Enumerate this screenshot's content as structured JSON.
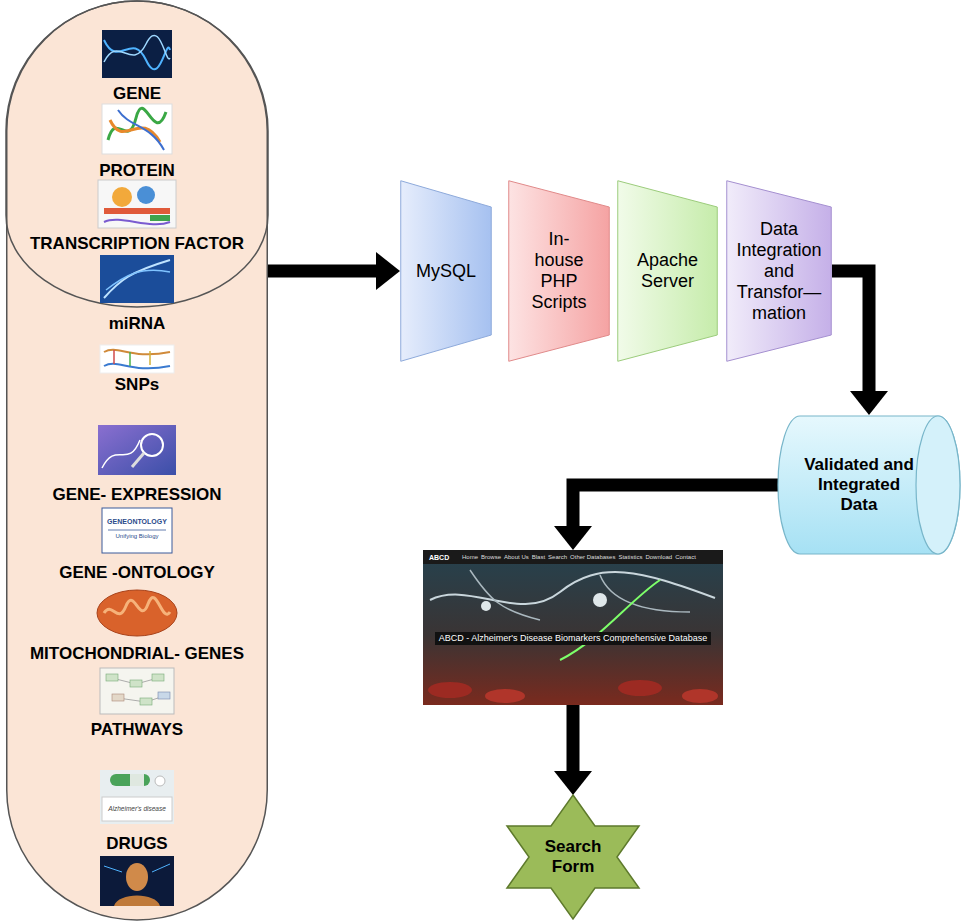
{
  "diagram": {
    "nodes": [
      {
        "text": [
          "GENE",
          "PROTEIN",
          "TRANSCRIPTION FACTOR",
          "miRNA",
          "SNPs",
          "GENE- EXPRESSION",
          "GENE -ONTOLOGY",
          "MITOCHONDRIAL- GENES",
          "PATHWAYS",
          "DRUGS"
        ]
      },
      {
        "text": [
          "MySQL"
        ]
      },
      {
        "text": [
          "In-house PHP Scripts"
        ]
      },
      {
        "text": [
          "Apache Server"
        ]
      },
      {
        "text": [
          "Data Integration and Transfor—mation"
        ]
      },
      {
        "text": [
          "Validated and Integrated Data"
        ]
      },
      {
        "text": [
          "ABCD - Alzheimer's Disease Biomarkers Comprehensive Database"
        ]
      },
      {
        "text": [
          "Search Form"
        ]
      }
    ],
    "edges": [
      {
        "from": 0,
        "to": 1,
        "arrow": "to"
      },
      {
        "from": 4,
        "to": 5,
        "arrow": "to"
      },
      {
        "from": 5,
        "to": 6,
        "arrow": "to"
      },
      {
        "from": 6,
        "to": 7,
        "arrow": "to"
      }
    ],
    "labels": [
      "GENEONTOLOGY",
      "Unifying Biology",
      "Alzheimer's disease",
      "ABCD",
      "Home",
      "Browse",
      "About Us",
      "Blast",
      "Search",
      "Other Databases",
      "Statistics",
      "Download",
      "Contact"
    ]
  }
}
